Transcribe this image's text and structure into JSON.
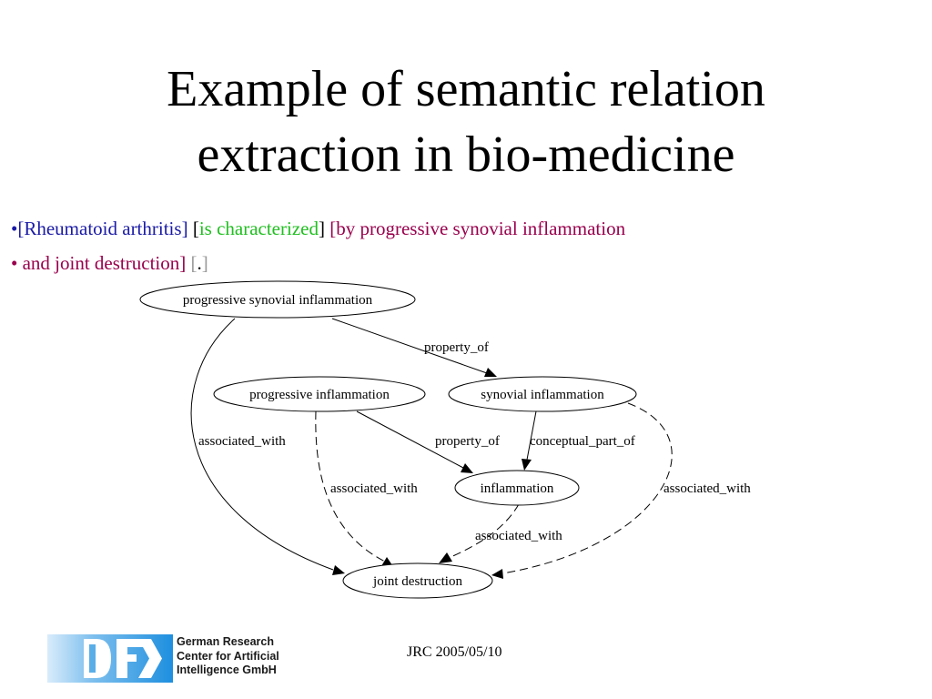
{
  "title": {
    "line1": "Example of semantic relation",
    "line2": "extraction in bio-medicine"
  },
  "bullets": [
    {
      "segments": [
        {
          "text": "•[Rheumatoid arthritis]",
          "color": "#1a1aa6"
        },
        {
          "text": " ",
          "color": "#000000"
        },
        {
          "text": "[",
          "color": "#000000"
        },
        {
          "text": "is characterized",
          "color": "#1fbf1f"
        },
        {
          "text": "]",
          "color": "#000000"
        },
        {
          "text": " [by progressive synovial inflammation",
          "color": "#99004d"
        }
      ]
    },
    {
      "segments": [
        {
          "text": "• and joint destruction]",
          "color": "#99004d"
        },
        {
          "text": " ",
          "color": "#000000"
        },
        {
          "text": "[",
          "color": "#9a9a9a"
        },
        {
          "text": ".",
          "color": "#000000"
        },
        {
          "text": "]",
          "color": "#9a9a9a"
        }
      ]
    }
  ],
  "graph": {
    "nodes": {
      "psi": "progressive synovial inflammation",
      "pi": "progressive inflammation",
      "si": "synovial inflammation",
      "inf": "inflammation",
      "jd": "joint destruction"
    },
    "edges": [
      {
        "from": "psi",
        "to": "si",
        "label": "property_of",
        "style": "solid"
      },
      {
        "from": "psi",
        "to": "jd",
        "label": "associated_with",
        "style": "solid"
      },
      {
        "from": "pi",
        "to": "inf",
        "label": "property_of",
        "style": "solid"
      },
      {
        "from": "pi",
        "to": "jd",
        "label": "associated_with",
        "style": "dashed"
      },
      {
        "from": "si",
        "to": "inf",
        "label": "conceptual_part_of",
        "style": "solid"
      },
      {
        "from": "si",
        "to": "jd",
        "label": "associated_with",
        "style": "dashed"
      },
      {
        "from": "inf",
        "to": "jd",
        "label": "associated_with",
        "style": "dashed"
      }
    ]
  },
  "footer": {
    "date": "JRC 2005/05/10",
    "logo": {
      "mark": "DFKI",
      "line1": "German Research",
      "line2": "Center for Artificial",
      "line3": "Intelligence GmbH"
    }
  }
}
